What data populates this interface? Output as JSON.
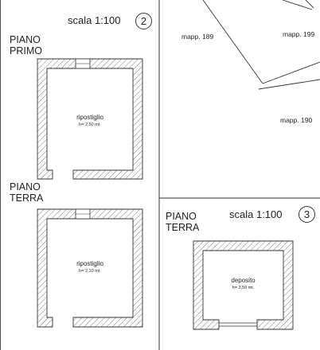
{
  "sheet_2": {
    "scale_label": "scala 1:100",
    "number": "2",
    "upper_floor": {
      "label_line1": "PIANO",
      "label_line2": "PRIMO",
      "room_name": "ripostiglio",
      "room_height": "h= 2,50 mt."
    },
    "ground_floor": {
      "label_line1": "PIANO",
      "label_line2": "TERRA",
      "room_name": "ripostiglio",
      "room_height": "h= 2,10 mt."
    }
  },
  "sheet_3": {
    "scale_label": "scala 1:100",
    "number": "3",
    "floor": {
      "label_line1": "PIANO",
      "label_line2": "TERRA",
      "room_name": "deposito",
      "room_height": "h= 3,50 mt."
    }
  },
  "parcels": {
    "mapp_189": "mapp. 189",
    "mapp_199": "mapp. 199",
    "mapp_190": "mapp. 190"
  }
}
